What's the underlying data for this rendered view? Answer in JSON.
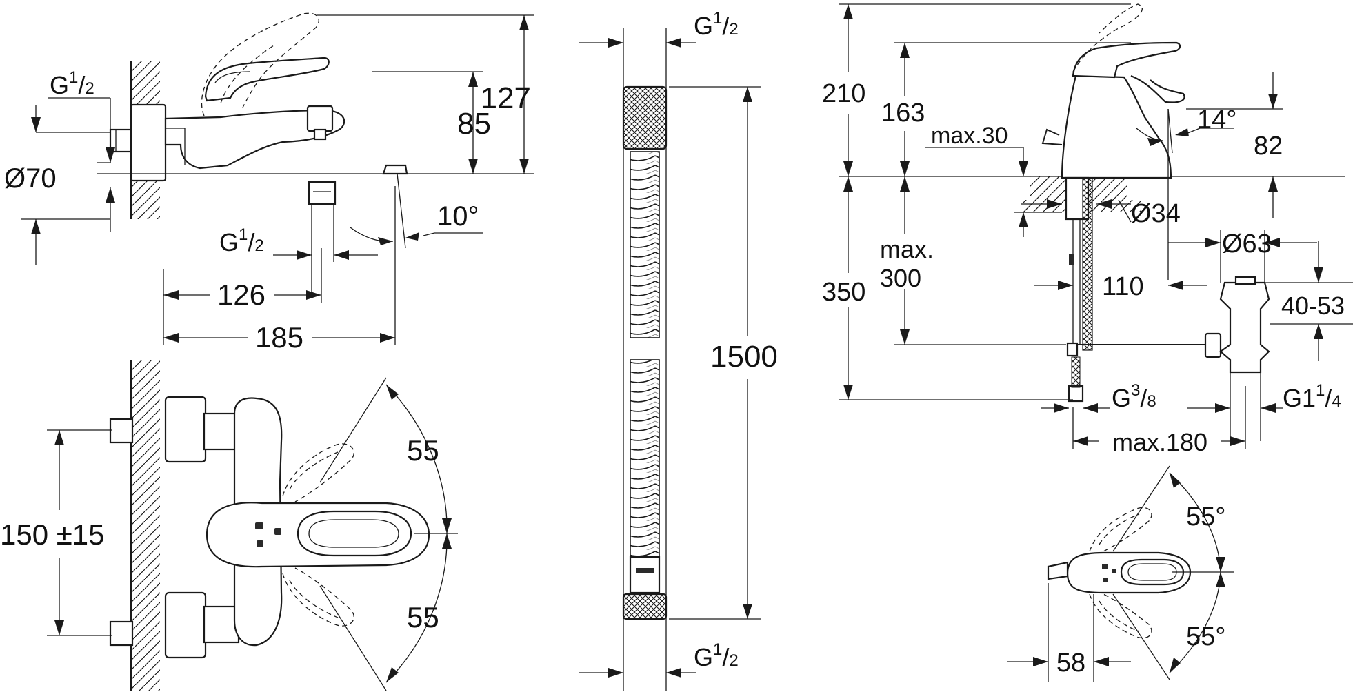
{
  "bath_mixer": {
    "side": {
      "thread_top": {
        "main": "G",
        "num": "1",
        "den": "2"
      },
      "thread_bottom": {
        "main": "G",
        "num": "1",
        "den": "2"
      },
      "diameter": "Ø70",
      "h127": "127",
      "h85": "85",
      "angle": "10°",
      "w126": "126",
      "w185": "185"
    },
    "top": {
      "centers": "150 ±15",
      "angle_up": "55",
      "angle_down": "55"
    }
  },
  "hose": {
    "thread_top": {
      "main": "G",
      "num": "1",
      "den": "2"
    },
    "thread_bottom": {
      "main": "G",
      "num": "1",
      "den": "2"
    },
    "length": "1500"
  },
  "basin_mixer": {
    "side": {
      "h210": "210",
      "h163": "163",
      "max30": "max.30",
      "angle14": "14°",
      "h82": "82",
      "dia34": "Ø34",
      "dia63": "Ø63",
      "max_line1": "max.",
      "max_line2": "300",
      "h350": "350",
      "w110": "110",
      "range": "40-53",
      "thread_g38": {
        "main": "G",
        "num": "3",
        "den": "8"
      },
      "thread_g114": {
        "main": "G1",
        "num": "1",
        "den": "4"
      },
      "max180": "max.180"
    },
    "top": {
      "angle_up": "55°",
      "angle_down": "55°",
      "w58": "58"
    }
  }
}
